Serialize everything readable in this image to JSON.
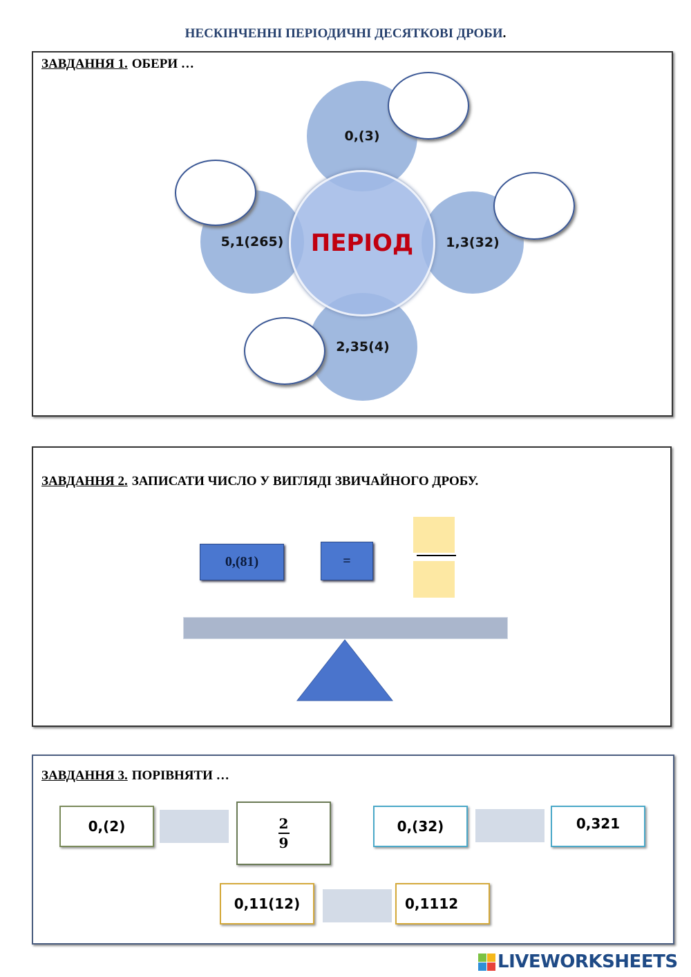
{
  "title": "НЕСКІНЧЕННІ ПЕРІОДИЧНІ ДЕСЯТКОВІ ДРОБИ",
  "title_dot": ".",
  "task1": {
    "label": "ЗАВДАННЯ 1.",
    "text": "ОБЕРИ …",
    "center": "ПЕРІОД",
    "items": [
      "0,(3)",
      "5,1(265)",
      "1,3(32)",
      "2,35(4)"
    ]
  },
  "task2": {
    "label": "ЗАВДАННЯ 2.",
    "text": "ЗАПИСАТИ ЧИСЛО У ВИГЛЯДІ ЗВИЧАЙНОГО ДРОБУ.",
    "number": "0,(81)",
    "equals": "="
  },
  "task3": {
    "label": "ЗАВДАННЯ 3.",
    "text": "ПОРІВНЯТИ …",
    "pair1": {
      "left": "0,(2)",
      "num": "2",
      "den": "9"
    },
    "pair2": {
      "left": "0,(32)",
      "right": "0,321"
    },
    "pair3": {
      "left": "0,11(12)",
      "right": "0,1112"
    }
  },
  "logo": {
    "text": "LIVEWORKSHEETS",
    "letters": [
      "L",
      "I",
      "V",
      "E"
    ]
  }
}
